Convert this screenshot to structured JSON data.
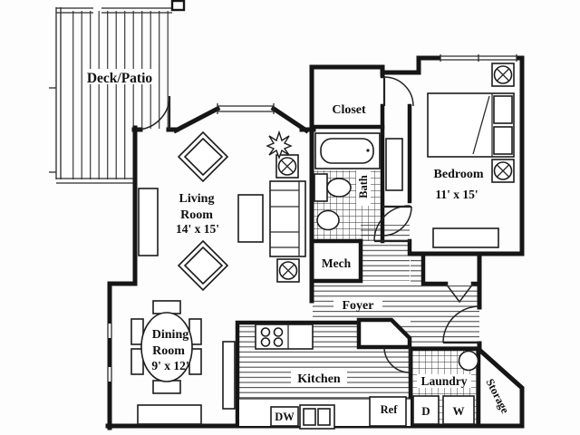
{
  "title": "One-bedroom apartment floor plan",
  "colors": {
    "background": "#fdfdfd",
    "wall": "#161616",
    "line": "#2a2a2a",
    "text": "#101010"
  },
  "rooms": {
    "deck": {
      "label": "Deck/Patio"
    },
    "living": {
      "name_line1": "Living",
      "name_line2": "Room",
      "dims": "14' x 15'"
    },
    "dining": {
      "name_line1": "Dining",
      "name_line2": "Room",
      "dims": "9' x 12'"
    },
    "closet": {
      "label": "Closet"
    },
    "bath": {
      "label": "Bath"
    },
    "bedroom": {
      "label": "Bedroom",
      "dims": "11' x 15'"
    },
    "mech": {
      "label": "Mech"
    },
    "foyer": {
      "label": "Foyer"
    },
    "kitchen": {
      "label": "Kitchen"
    },
    "laundry": {
      "label": "Laundry"
    },
    "storage": {
      "label": "Storage"
    }
  },
  "appliances": {
    "dishwasher": "DW",
    "refrigerator": "Ref",
    "dryer": "D",
    "washer": "W"
  }
}
